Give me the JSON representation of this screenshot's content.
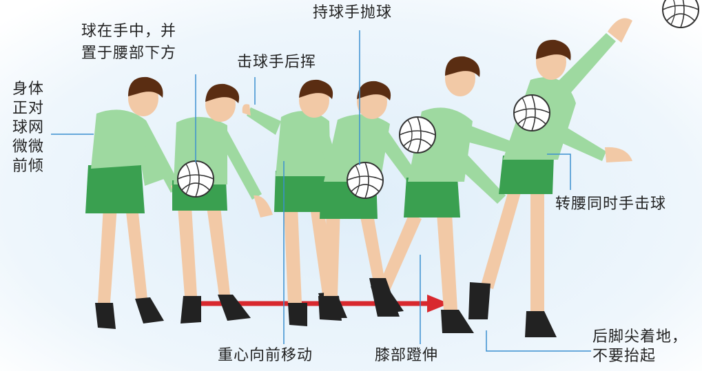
{
  "labels": {
    "body_upright": [
      "身体",
      "正对",
      "球网",
      "微微",
      "前倾"
    ],
    "ball_in_hand": [
      "球在手中，并",
      "置于腰部下方"
    ],
    "toss_ball": "持球手抛球",
    "swing_back": "击球手后挥",
    "turn_waist": "转腰同时手击球",
    "weight_forward": "重心向前移动",
    "knee_extend": "膝部蹬伸",
    "heel_down": [
      "后脚尖着地，",
      "不要抬起"
    ]
  },
  "colors": {
    "shirt": "#9ed9a0",
    "shorts": "#3aa050",
    "skin": "#f2c9a6",
    "hair": "#5a2d12",
    "shoe": "#222222",
    "arrow": "#d8282e",
    "leader_line": "#3a8fd0",
    "background_gradient": "#dfeef9"
  }
}
